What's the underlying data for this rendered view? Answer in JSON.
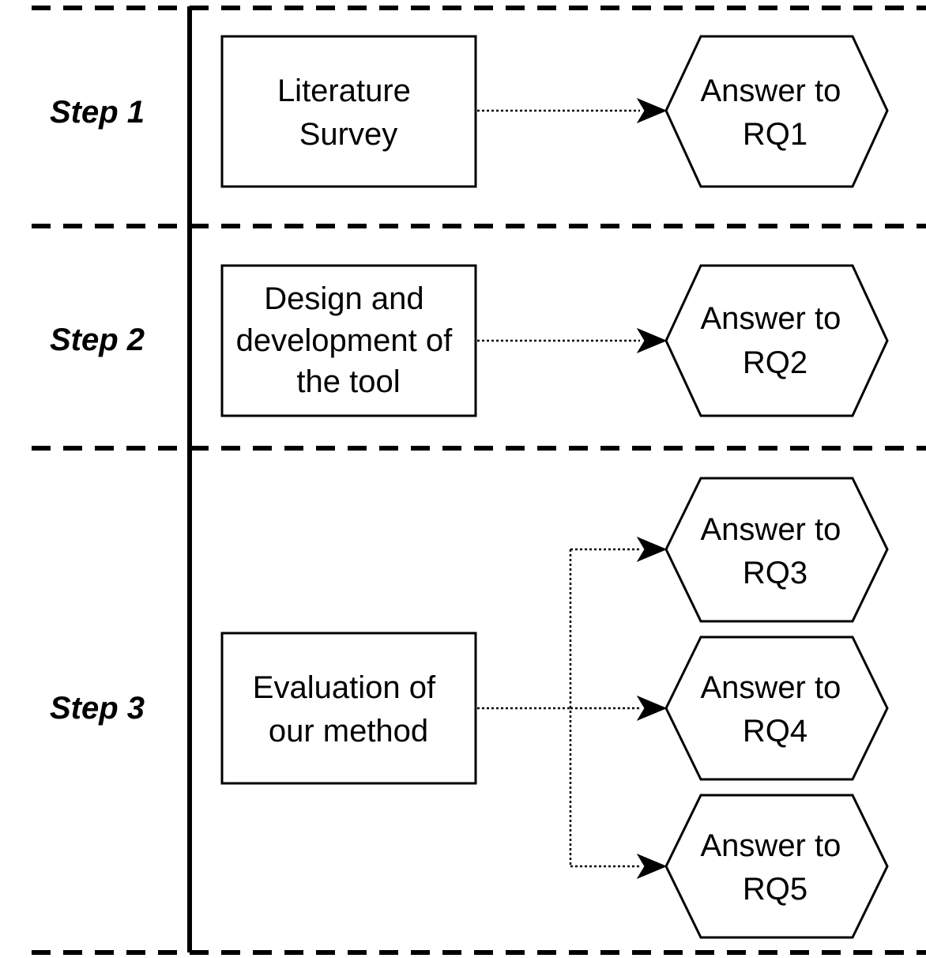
{
  "steps": [
    {
      "label": "Step 1",
      "activity": {
        "lines": [
          "Literature",
          "Survey"
        ]
      },
      "answers": [
        {
          "lines": [
            "Answer to",
            "RQ1"
          ]
        }
      ]
    },
    {
      "label": "Step 2",
      "activity": {
        "lines": [
          "Design and",
          "development of",
          "the tool"
        ]
      },
      "answers": [
        {
          "lines": [
            "Answer to",
            "RQ2"
          ]
        }
      ]
    },
    {
      "label": "Step 3",
      "activity": {
        "lines": [
          "Evaluation of",
          "our method"
        ]
      },
      "answers": [
        {
          "lines": [
            "Answer to",
            "RQ3"
          ]
        },
        {
          "lines": [
            "Answer to",
            "RQ4"
          ]
        },
        {
          "lines": [
            "Answer to",
            "RQ5"
          ]
        }
      ]
    }
  ],
  "colors": {
    "stroke": "#000000",
    "fill": "#ffffff"
  }
}
